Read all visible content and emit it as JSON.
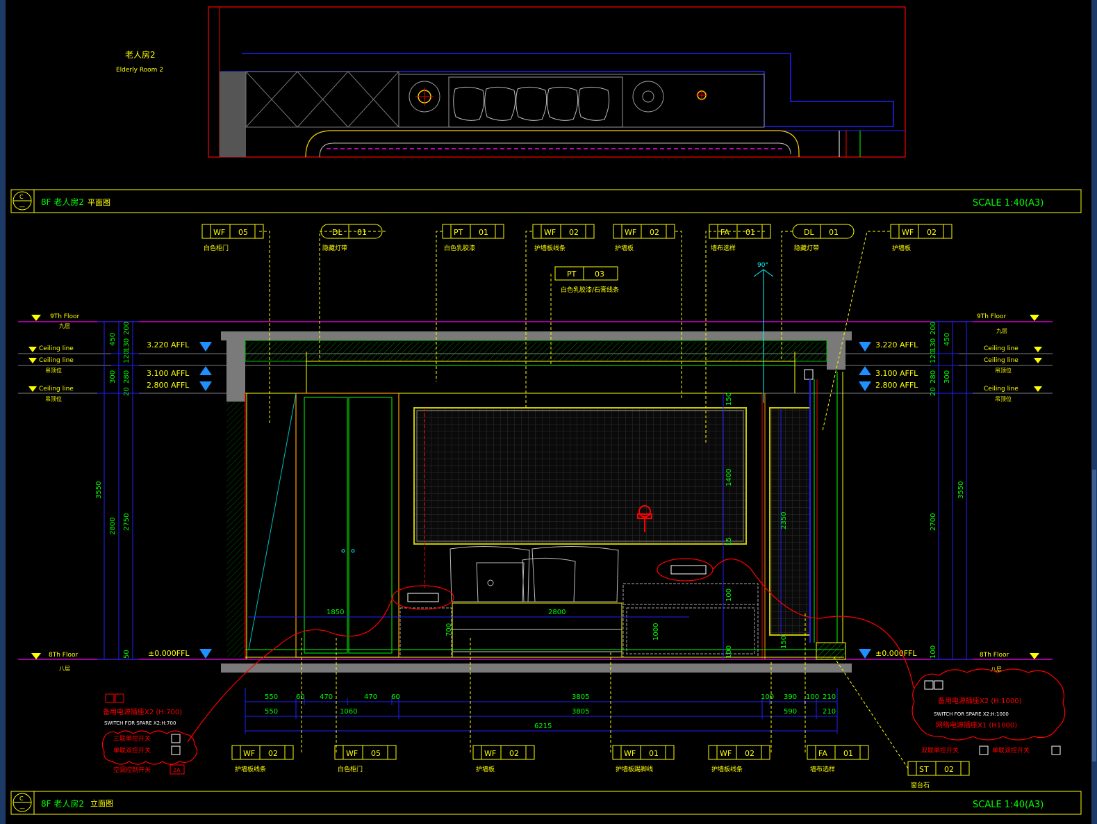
{
  "plan": {
    "title_cn": "老人房2",
    "title_en": "Elderly Room 2"
  },
  "title_bars": [
    {
      "marker_top": "C",
      "marker_bottom": "—",
      "floor_label": "8F 老人房2",
      "view": "平面图",
      "scale": "SCALE  1:40(A3)"
    },
    {
      "marker_top": "C",
      "marker_bottom": "—",
      "floor_label": "8F 老人房2",
      "view": "立面图",
      "scale": "SCALE  1:40(A3)"
    }
  ],
  "top_tags": [
    {
      "code": "WF",
      "num": "05",
      "label": "白色柜门"
    },
    {
      "code": "DL",
      "num": "01",
      "label": "隐藏灯带"
    },
    {
      "code": "PT",
      "num": "01",
      "label": "白色乳胶漆"
    },
    {
      "code": "WF",
      "num": "02",
      "label": "护墙板线条"
    },
    {
      "code": "WF",
      "num": "02",
      "label": "护墙板"
    },
    {
      "code": "FA",
      "num": "01",
      "label": "墙布选样"
    },
    {
      "code": "DL",
      "num": "01",
      "label": "隐藏灯带"
    },
    {
      "code": "WF",
      "num": "02",
      "label": "护墙板"
    }
  ],
  "middle_tag": {
    "code": "PT",
    "num": "03",
    "label": "白色乳胶漆/石膏线条"
  },
  "bottom_tags": [
    {
      "code": "WF",
      "num": "02",
      "label": "护墙板线条"
    },
    {
      "code": "WF",
      "num": "05",
      "label": "白色柜门"
    },
    {
      "code": "WF",
      "num": "02",
      "label": "护墙板"
    },
    {
      "code": "WF",
      "num": "01",
      "label": "护墙板踢脚线"
    },
    {
      "code": "WF",
      "num": "02",
      "label": "护墙板线条"
    },
    {
      "code": "FA",
      "num": "01",
      "label": "墙布选样"
    },
    {
      "code": "ST",
      "num": "02",
      "label": "窗台石"
    }
  ],
  "angle_label": "90°",
  "levels": {
    "ninth_floor": "9Th Floor",
    "ninth_sub": "九层",
    "ceiling": "Ceiling line",
    "ceiling_sub": "吊顶位",
    "eighth_floor": "8Th Floor",
    "eighth_sub": "八层",
    "affl_3220": "3.220 AFFL",
    "affl_3100": "3.100 AFFL",
    "affl_2800": "2.800 AFFL",
    "affl_0": "±0.000FFL"
  },
  "left_dims": [
    "200",
    "450",
    "130",
    "120",
    "300",
    "280",
    "20",
    "3550",
    "2800",
    "2750",
    "50"
  ],
  "right_dims": [
    "200",
    "450",
    "130",
    "120",
    "300",
    "280",
    "20",
    "3550",
    "2700",
    "100"
  ],
  "inner_dims": {
    "d150": "150",
    "d1400": "1400",
    "d15": "15",
    "d2350": "2350",
    "d100a": "100",
    "d1000": "1000",
    "d100b": "100",
    "d150b": "150",
    "d700": "700",
    "d1850": "1850",
    "d2800": "2800"
  },
  "bottom_dims": {
    "row1": [
      "550",
      "60",
      "470",
      "470",
      "60",
      "3805",
      "100",
      "390",
      "100",
      "210"
    ],
    "row2": [
      "550",
      "1060",
      "3805",
      "590",
      "210"
    ],
    "row3": [
      "6215"
    ]
  },
  "annotations": {
    "left_spare": "备用电源插座X2  (H:700)",
    "left_switch": "SWITCH FOR  SPARE X2:H:700",
    "left_items": [
      "三联单控开关",
      "单联双控开关",
      "空调控制开关"
    ],
    "ac_badge": "2A",
    "right_spare": "备用电源插座X2  (H:1000)",
    "right_switch": "SWITCH FOR  SPARE X2:H:1000",
    "right_net": "网络电源插座X1  (H1000)",
    "right_switch_a": "双联单控开关",
    "right_switch_b": "单联双控开关"
  },
  "colors": {
    "bg": "#000000",
    "yellow": "#ffff00",
    "blue": "#1f1fff",
    "red": "#ff0000",
    "green": "#00ff00",
    "magenta": "#ff00ff",
    "cyan": "#00ffff",
    "gray": "#808080",
    "ui": "#1d3a66"
  }
}
